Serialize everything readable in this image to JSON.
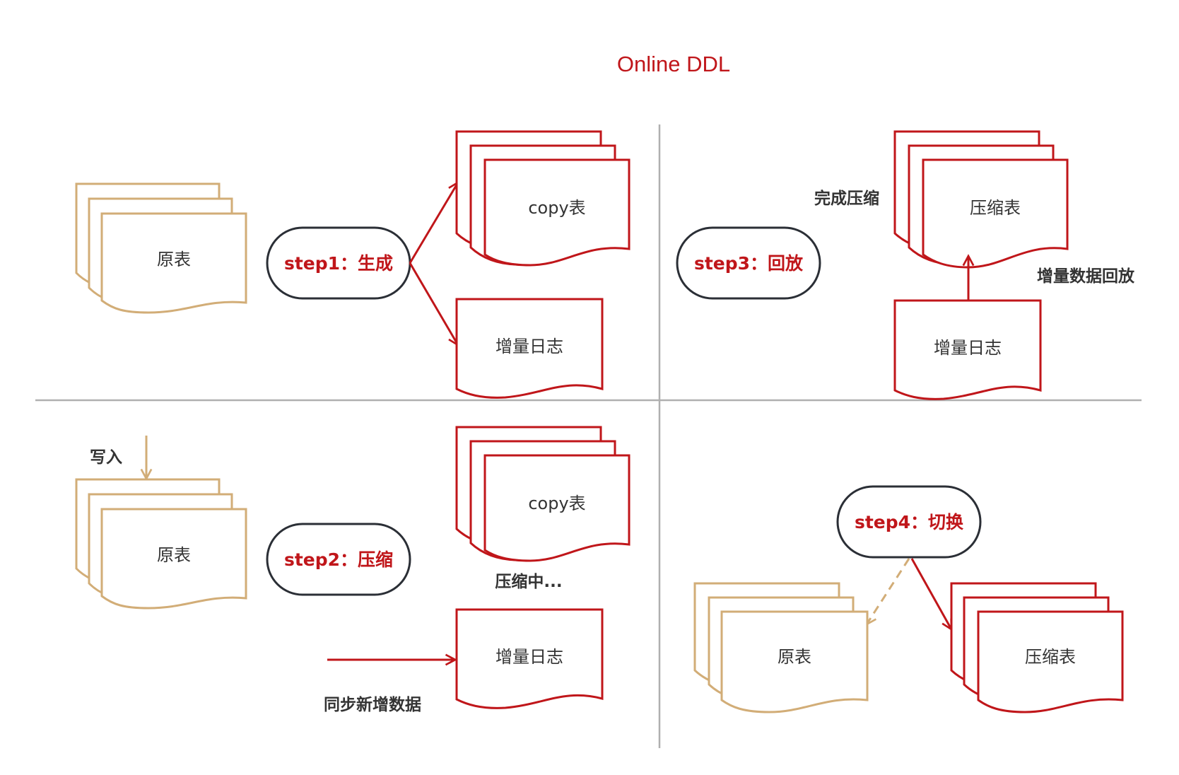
{
  "title": "Online DDL",
  "colors": {
    "accent_red": "#c0161a",
    "source_gold": "#d2ad77",
    "outline_dark": "#2b2f36",
    "divider_gray": "#b0b0b0",
    "text_dark": "#333333"
  },
  "panels": {
    "step1": {
      "original_table": "原表",
      "step_label": "step1：生成",
      "copy_table": "copy表",
      "increment_log": "增量日志"
    },
    "step2": {
      "write_label": "写入",
      "original_table": "原表",
      "step_label": "step2：压缩",
      "copy_table": "copy表",
      "compressing_label": "压缩中...",
      "increment_log": "增量日志",
      "sync_label": "同步新增数据"
    },
    "step3": {
      "step_label": "step3：回放",
      "done_label": "完成压缩",
      "compressed_table": "压缩表",
      "replay_label": "增量数据回放",
      "increment_log": "增量日志"
    },
    "step4": {
      "step_label": "step4：切换",
      "original_table": "原表",
      "compressed_table": "压缩表"
    }
  }
}
